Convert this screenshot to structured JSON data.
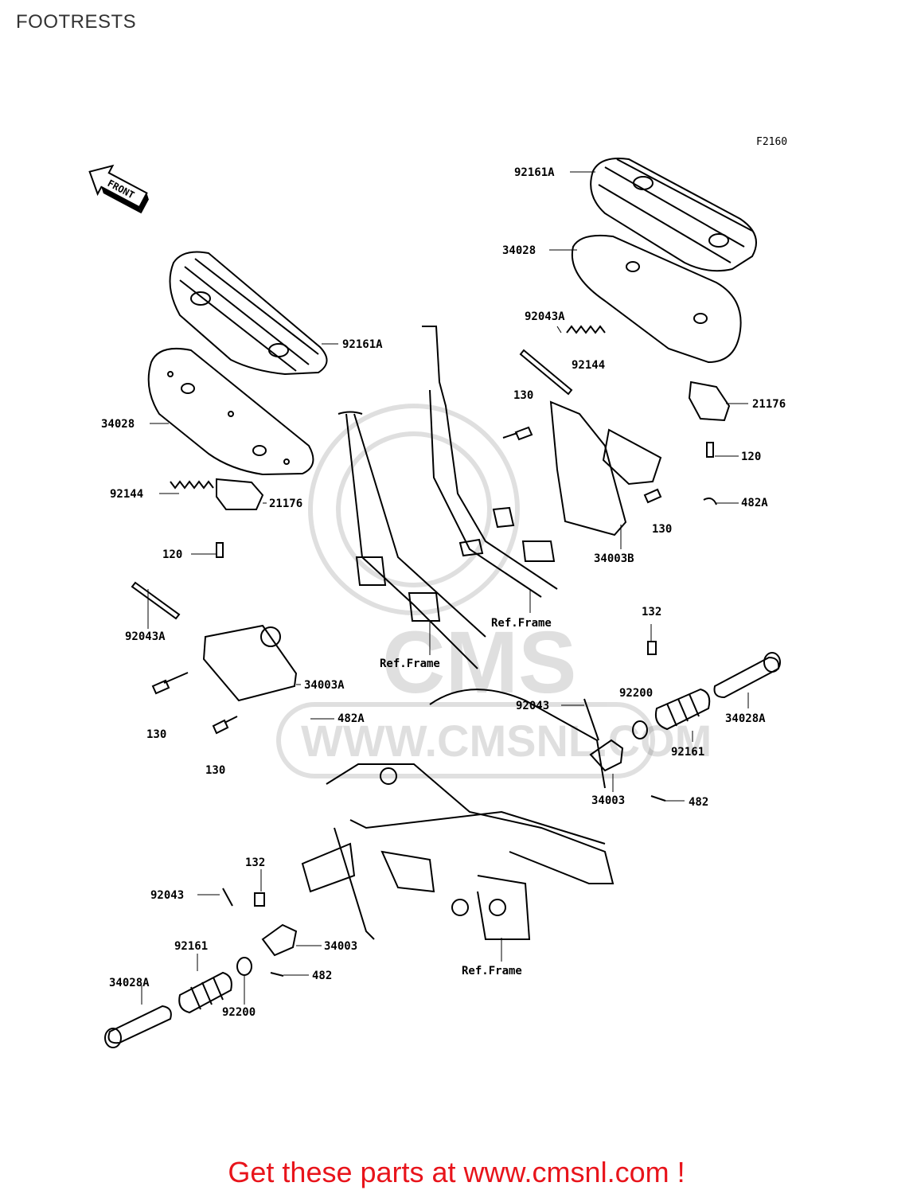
{
  "page": {
    "title": "FOOTRESTS",
    "figure_code": "F2160",
    "front_indicator": "FRONT",
    "footer_promo": "Get these parts at www.cmsnl.com !"
  },
  "watermark": {
    "text": "WWW.CMSNL.COM",
    "logo_text": "CMS"
  },
  "callouts": [
    {
      "id": "c1",
      "label": "92161A"
    },
    {
      "id": "c2",
      "label": "34028"
    },
    {
      "id": "c3",
      "label": "92043A"
    },
    {
      "id": "c4",
      "label": "92144"
    },
    {
      "id": "c5",
      "label": "130"
    },
    {
      "id": "c6",
      "label": "21176"
    },
    {
      "id": "c7",
      "label": "120"
    },
    {
      "id": "c8",
      "label": "482A"
    },
    {
      "id": "c9",
      "label": "130"
    },
    {
      "id": "c10",
      "label": "34003B"
    },
    {
      "id": "c11",
      "label": "92161A"
    },
    {
      "id": "c12",
      "label": "34028"
    },
    {
      "id": "c13",
      "label": "92144"
    },
    {
      "id": "c14",
      "label": "21176"
    },
    {
      "id": "c15",
      "label": "120"
    },
    {
      "id": "c16",
      "label": "92043A"
    },
    {
      "id": "c17",
      "label": "34003A"
    },
    {
      "id": "c18",
      "label": "130"
    },
    {
      "id": "c19",
      "label": "482A"
    },
    {
      "id": "c20",
      "label": "130"
    },
    {
      "id": "c21",
      "label": "Ref.Frame"
    },
    {
      "id": "c22",
      "label": "Ref.Frame"
    },
    {
      "id": "c23",
      "label": "132"
    },
    {
      "id": "c24",
      "label": "92200"
    },
    {
      "id": "c25",
      "label": "92043"
    },
    {
      "id": "c26",
      "label": "34028A"
    },
    {
      "id": "c27",
      "label": "92161"
    },
    {
      "id": "c28",
      "label": "34003"
    },
    {
      "id": "c29",
      "label": "482"
    },
    {
      "id": "c30",
      "label": "132"
    },
    {
      "id": "c31",
      "label": "92043"
    },
    {
      "id": "c32",
      "label": "34003"
    },
    {
      "id": "c33",
      "label": "92161"
    },
    {
      "id": "c34",
      "label": "482"
    },
    {
      "id": "c35",
      "label": "34028A"
    },
    {
      "id": "c36",
      "label": "92200"
    },
    {
      "id": "c37",
      "label": "Ref.Frame"
    }
  ]
}
